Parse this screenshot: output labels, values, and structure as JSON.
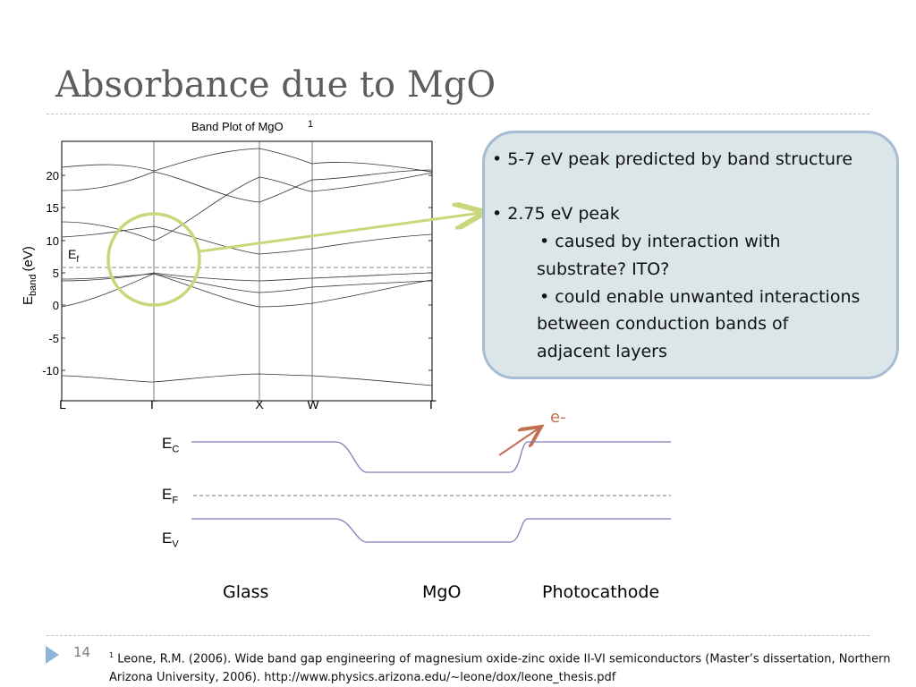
{
  "slide": {
    "title": "Absorbance due to MgO",
    "number": "14"
  },
  "band_plot": {
    "title": "Band Plot of MgO",
    "footnote_marker": "1",
    "ylabel_main": "E",
    "ylabel_sub": "band",
    "ylabel_unit": "(eV)",
    "fermi_label_main": "E",
    "fermi_label_sub": "f",
    "y_ticks": [
      "20",
      "15",
      "10",
      "5",
      "0",
      "-5",
      "-10"
    ],
    "x_ticks": [
      "L",
      "Γ",
      "X",
      "W",
      "Γ"
    ]
  },
  "callout": {
    "bullet1": "• 5-7 eV peak predicted by band structure",
    "bullet2": "• 2.75 eV peak",
    "sub1_line1": "• caused by interaction with",
    "sub1_line2": "substrate? ITO?",
    "sub2_line1": "• could enable unwanted interactions",
    "sub2_line2": "between conduction bands of",
    "sub2_line3": "adjacent layers"
  },
  "diagram": {
    "ec_main": "E",
    "ec_sub": "C",
    "ef_main": "E",
    "ef_sub": "F",
    "ev_main": "E",
    "ev_sub": "V",
    "electron": "e-",
    "layer1": "Glass",
    "layer2": "MgO",
    "layer3": "Photocathode"
  },
  "reference": {
    "marker": "1",
    "text": " Leone, R.M. (2006). Wide band gap engineering of magnesium oxide-zinc oxide II-VI semiconductors (Master’s dissertation, Northern Arizona University, 2006). http://www.physics.arizona.edu/~leone/dox/leone_thesis.pdf"
  },
  "colors": {
    "title": "#5d5d5d",
    "callout_fill": "#dbe6e9",
    "callout_border": "#a6bcd3",
    "highlight": "#c9d77a",
    "band_lines": "#7b7fb8",
    "electron_arrow": "#c07050"
  }
}
